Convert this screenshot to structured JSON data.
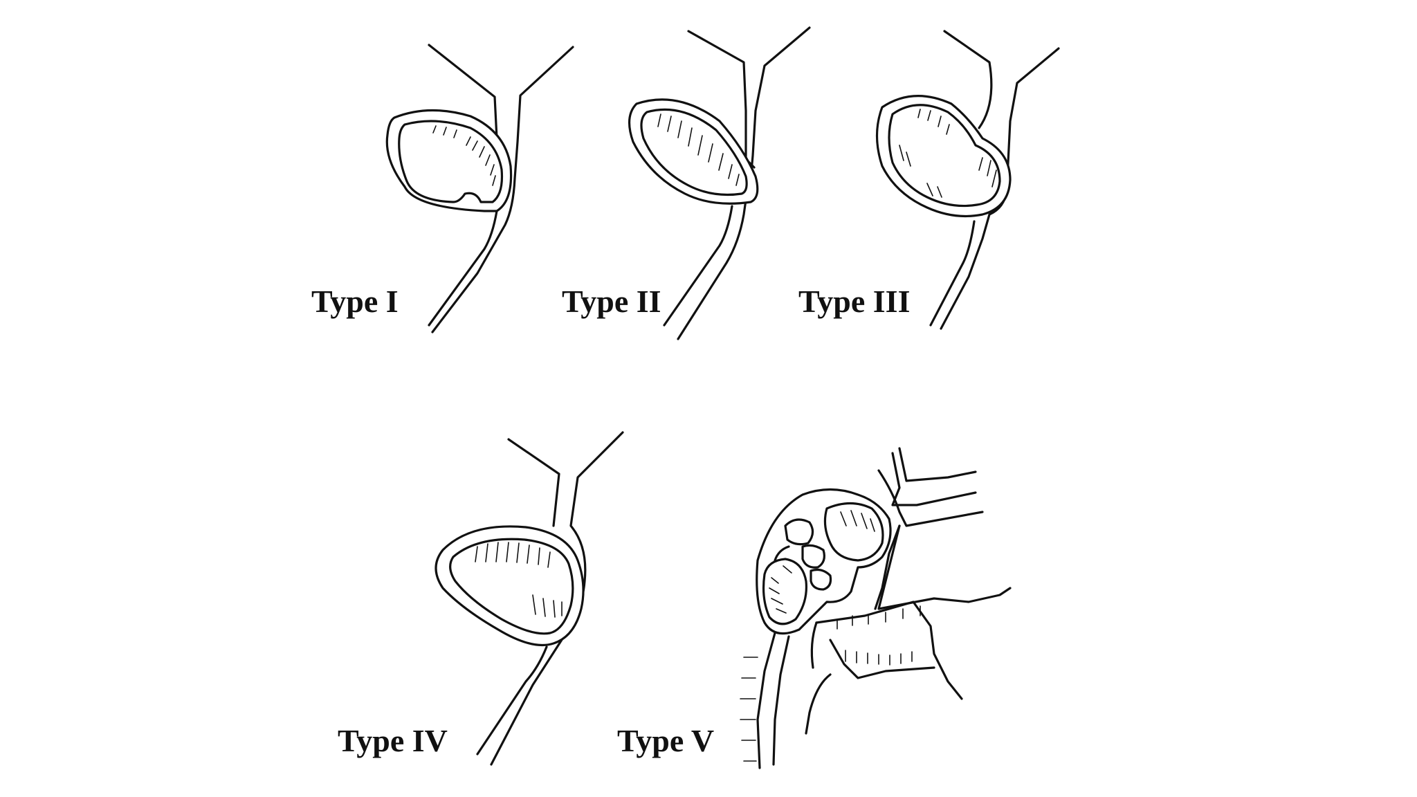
{
  "panels": [
    {
      "id": "type-1",
      "label": "Type I"
    },
    {
      "id": "type-2",
      "label": "Type II"
    },
    {
      "id": "type-3",
      "label": "Type III"
    },
    {
      "id": "type-4",
      "label": "Type IV"
    },
    {
      "id": "type-5",
      "label": "Type V"
    }
  ],
  "colors": {
    "background": "#ffffff",
    "line": "#111111"
  }
}
